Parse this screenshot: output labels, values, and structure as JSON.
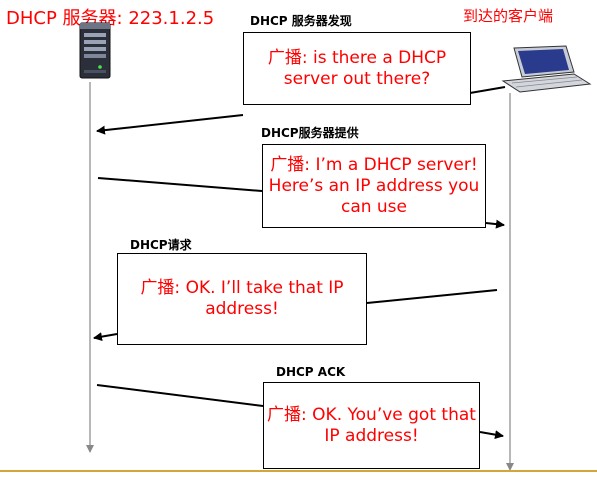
{
  "header": {
    "server_label": "DHCP 服务器: 223.1.2.5",
    "client_label": "到达的客户端"
  },
  "colors": {
    "message_text": "#ff0000",
    "bottom_rule": "#d4a53a",
    "lifeline": "#888888"
  },
  "steps": [
    {
      "label": "DHCP 服务器发现",
      "message_lines": [
        "广播: is there a DHCP",
        "server out there?"
      ]
    },
    {
      "label": "DHCP服务器提供",
      "message_lines": [
        "广播: I’m a DHCP server!",
        "Here’s an IP address you",
        "can use"
      ]
    },
    {
      "label": "DHCP请求",
      "message_lines": [
        "广播: OK.  I’ll take that IP",
        "address!"
      ]
    },
    {
      "label": "DHCP ACK",
      "message_lines": [
        "广播: OK. You’ve got that",
        "IP address!"
      ]
    }
  ]
}
